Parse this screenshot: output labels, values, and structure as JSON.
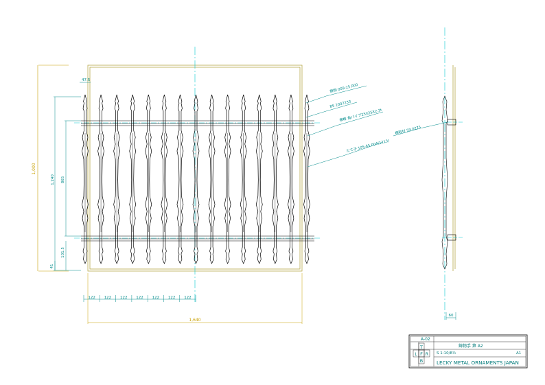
{
  "drawing": {
    "colors": {
      "outline": "#000000",
      "dimension": "#008b8b",
      "overall_dimension": "#c8a000",
      "frame": "#b8a84a",
      "centerline": "#00c8d0"
    },
    "front_view": {
      "picket_count": 15,
      "dimensions": {
        "top_offset": "47.5",
        "overall_height": "1,000",
        "height": "1,240",
        "rail_span": "865",
        "bottom_rail": "101.5",
        "bottom_offset": "41",
        "picket_pitches": [
          "122",
          "122",
          "122",
          "122",
          "122",
          "122",
          "122"
        ],
        "overall_width": "1,640"
      },
      "callouts": [
        "鋳物 009-25,000",
        "BS 2007233",
        "横棒 角パイプ25X25X2.3t",
        "たて子 105-65,004(1213)"
      ]
    },
    "side_view": {
      "callout": "横取付 59 0275",
      "width_dimension": "60"
    },
    "title_block": {
      "drawing_no": "A-02",
      "title": "鋳物手 第 A2",
      "scale": "S 1:10/8½",
      "sheet": "A1",
      "view_letters": [
        "T",
        "L",
        "F",
        "R",
        "B"
      ],
      "company": "LECKY METAL ORNAMENTS JAPAN"
    }
  }
}
